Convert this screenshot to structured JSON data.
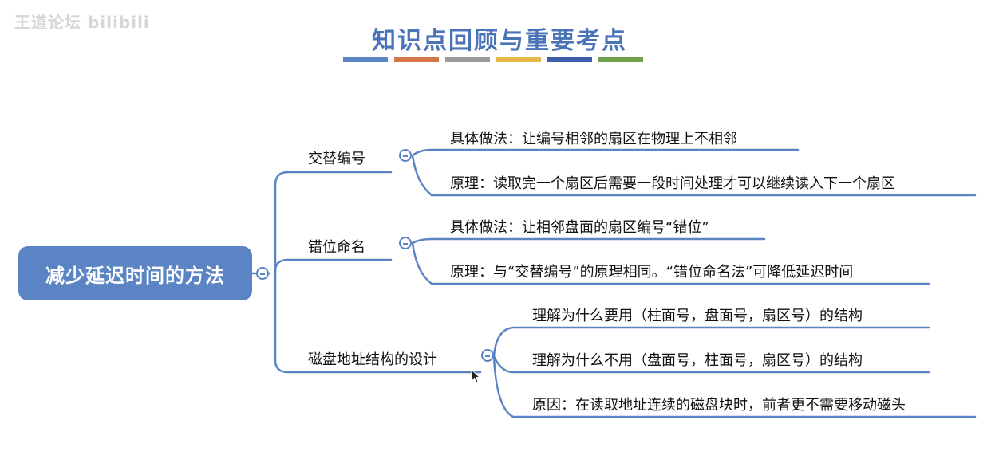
{
  "watermark": "王道论坛 bilibili",
  "title": "知识点回顾与重要考点",
  "title_colors": [
    "#5b84c4",
    "#d27745",
    "#9a9a9a",
    "#e8b94a",
    "#3f5ea8",
    "#73a04a"
  ],
  "root": {
    "label": "减少延迟时间的方法"
  },
  "branches": [
    {
      "label": "交替编号",
      "children": [
        "具体做法：让编号相邻的扇区在物理上不相邻",
        "原理：读取完一个扇区后需要一段时间处理才可以继续读入下一个扇区"
      ]
    },
    {
      "label": "错位命名",
      "children": [
        "具体做法：让相邻盘面的扇区编号“错位”",
        "原理：与“交替编号”的原理相同。“错位命名法”可降低延迟时间"
      ]
    },
    {
      "label": "磁盘地址结构的设计",
      "children": [
        "理解为什么要用（柱面号，盘面号，扇区号）的结构",
        "理解为什么不用（盘面号，柱面号，扇区号）的结构",
        "原因：在读取地址连续的磁盘块时，前者更不需要移动磁头"
      ]
    }
  ],
  "colors": {
    "accent": "#5b84c4",
    "title": "#4a73b8"
  }
}
